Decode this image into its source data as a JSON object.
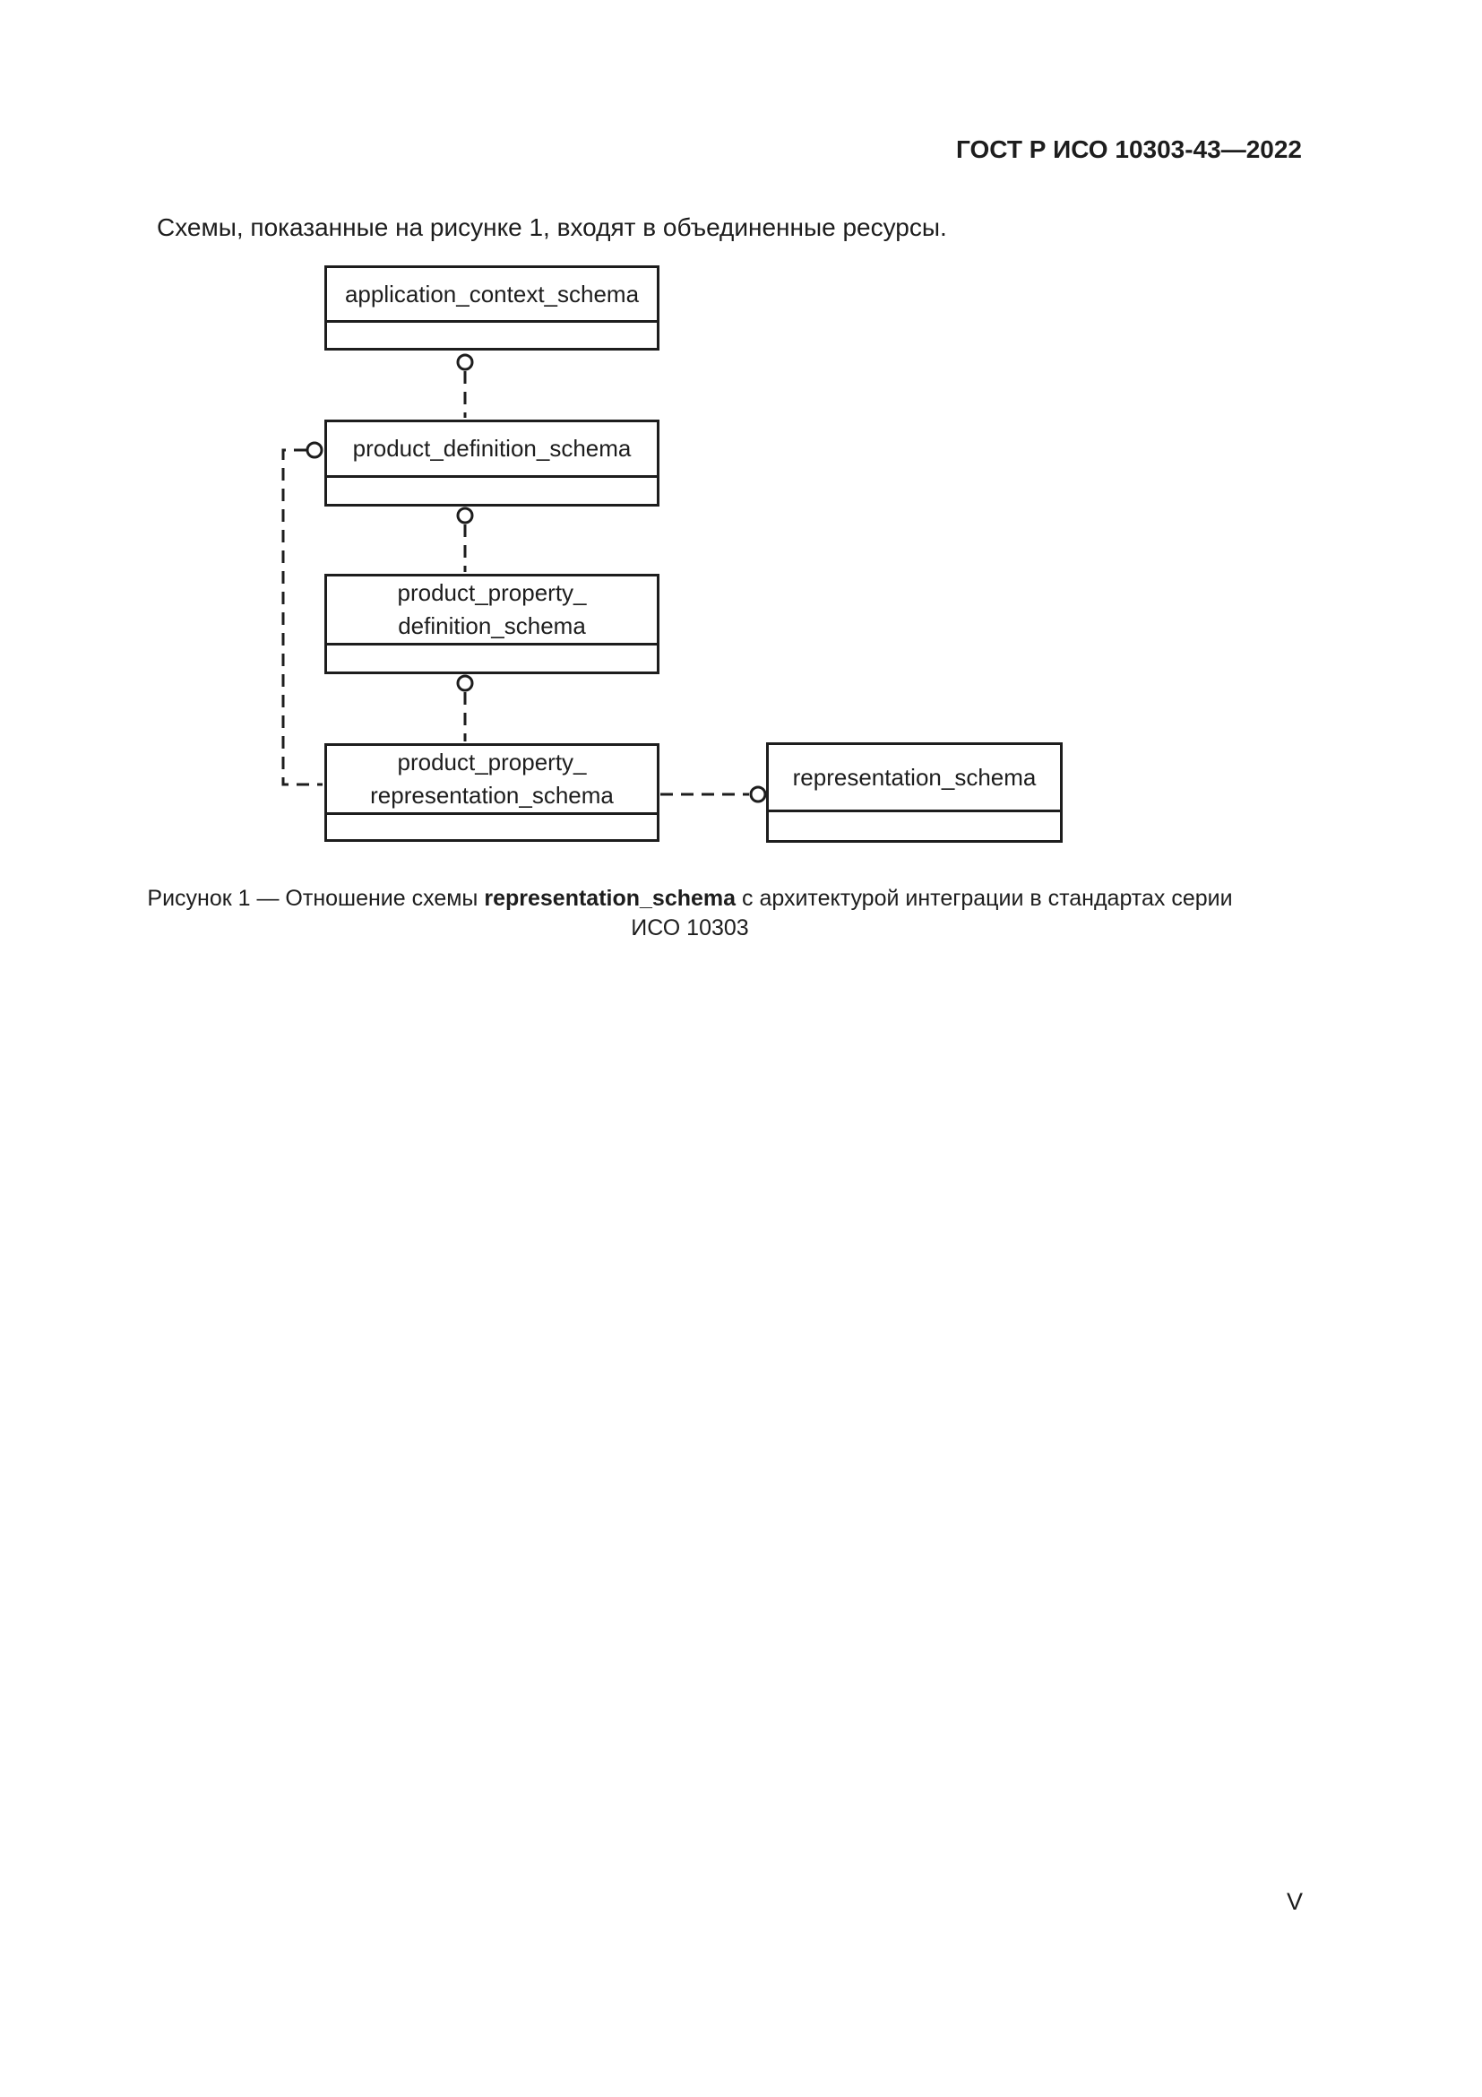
{
  "page": {
    "header": "ГОСТ Р ИСО 10303-43—2022",
    "intro": "Схемы, показанные на рисунке 1, входят в объединенные ресурсы.",
    "page_number": "V"
  },
  "diagram": {
    "boxes": [
      {
        "name": "application_context_schema",
        "line1": "application_context_schema"
      },
      {
        "name": "product_definition_schema",
        "line1": "product_definition_schema"
      },
      {
        "name": "product_property_definition_schema",
        "line1": "product_property_",
        "line2": "definition_schema"
      },
      {
        "name": "product_property_representation_schema",
        "line1": "product_property_",
        "line2": "representation_schema"
      },
      {
        "name": "representation_schema",
        "line1": "representation_schema"
      }
    ],
    "connector_style": "dashed-with-circle-terminator",
    "ink_color": "#1d1d1d"
  },
  "caption": {
    "prefix": "Рисунок 1 — Отношение схемы ",
    "bold": "representation_schema",
    "suffix": " с архитектурой интеграции в стандартах серии",
    "line2": "ИСО 10303"
  }
}
